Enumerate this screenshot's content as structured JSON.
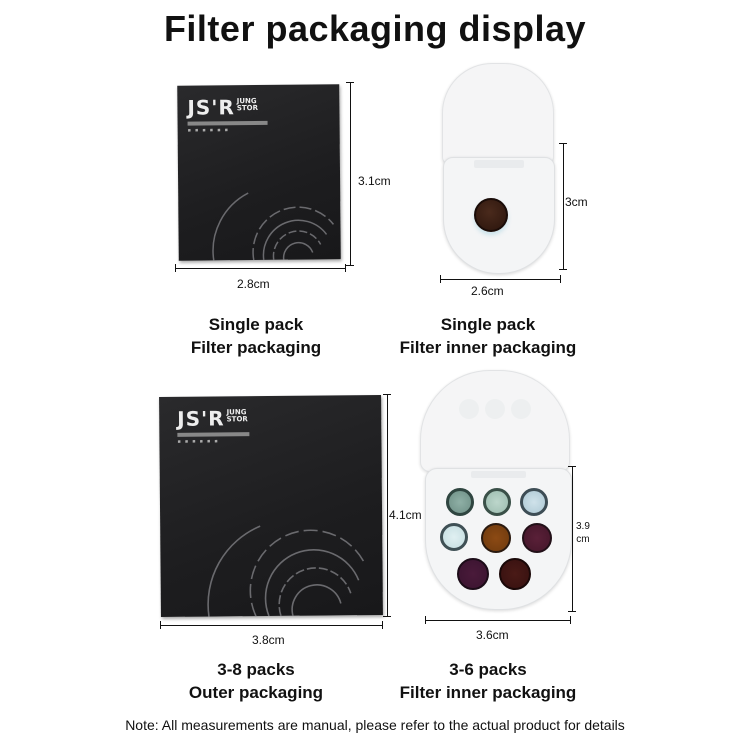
{
  "title": "Filter packaging display",
  "panels": [
    {
      "id": "single-outer",
      "caption_line1": "Single pack",
      "caption_line2": "Filter packaging",
      "width_label": "2.8cm",
      "height_label": "3.1cm",
      "brand_logo": "JS'R",
      "brand_sub": "JUNG STOR"
    },
    {
      "id": "single-inner",
      "caption_line1": "Single pack",
      "caption_line2": "Filter inner packaging",
      "width_label": "2.6cm",
      "height_label": "3cm",
      "filter_count": 1,
      "filter_colors": [
        "#3a1f14"
      ]
    },
    {
      "id": "multi-outer",
      "caption_line1": "3-8 packs",
      "caption_line2": "Outer packaging",
      "width_label": "3.8cm",
      "height_label": "4.1cm",
      "brand_logo": "JS'R",
      "brand_sub": "JUNG STOR"
    },
    {
      "id": "multi-inner",
      "caption_line1": "3-6 packs",
      "caption_line2": "Filter inner packaging",
      "width_label": "3.6cm",
      "height_label_line1": "3.9",
      "height_label_line2": "cm",
      "filter_count": 8,
      "filter_colors": [
        "#7a9a90",
        "#a8c4b8",
        "#b7d2dc",
        "#cfe4e6",
        "#7a4210",
        "#4a1a2e",
        "#3d1430",
        "#3a1410"
      ]
    }
  ],
  "note": "Note: All measurements are manual,  please refer to the actual product for details"
}
